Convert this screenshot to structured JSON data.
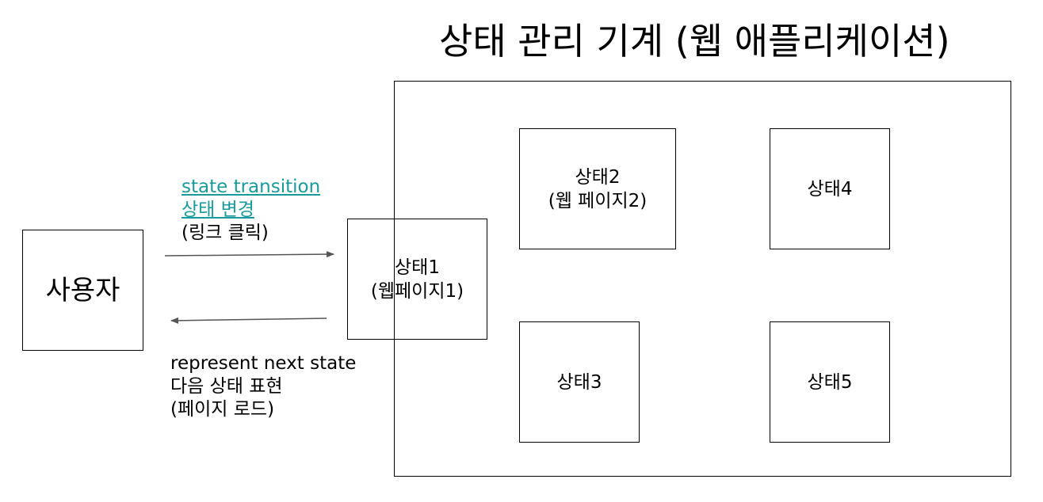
{
  "title": "상태 관리 기계 (웹 애플리케이션)",
  "user_box": {
    "label": "사용자"
  },
  "states": {
    "s1": {
      "line1": "상태1",
      "line2": "(웹페이지1)"
    },
    "s2": {
      "line1": "상태2",
      "line2": "(웹 페이지2)"
    },
    "s3": {
      "line1": "상태3"
    },
    "s4": {
      "line1": "상태4"
    },
    "s5": {
      "line1": "상태5"
    }
  },
  "transition_label": {
    "line1": "state transition",
    "line2": "상태 변경",
    "line3": "(링크 클릭)"
  },
  "represent_label": {
    "line1": "represent next state",
    "line2": "다음 상태 표현",
    "line3": "(페이지 로드)"
  },
  "colors": {
    "link": "#1a9a9a",
    "arrow": "#555555",
    "border": "#000000"
  }
}
